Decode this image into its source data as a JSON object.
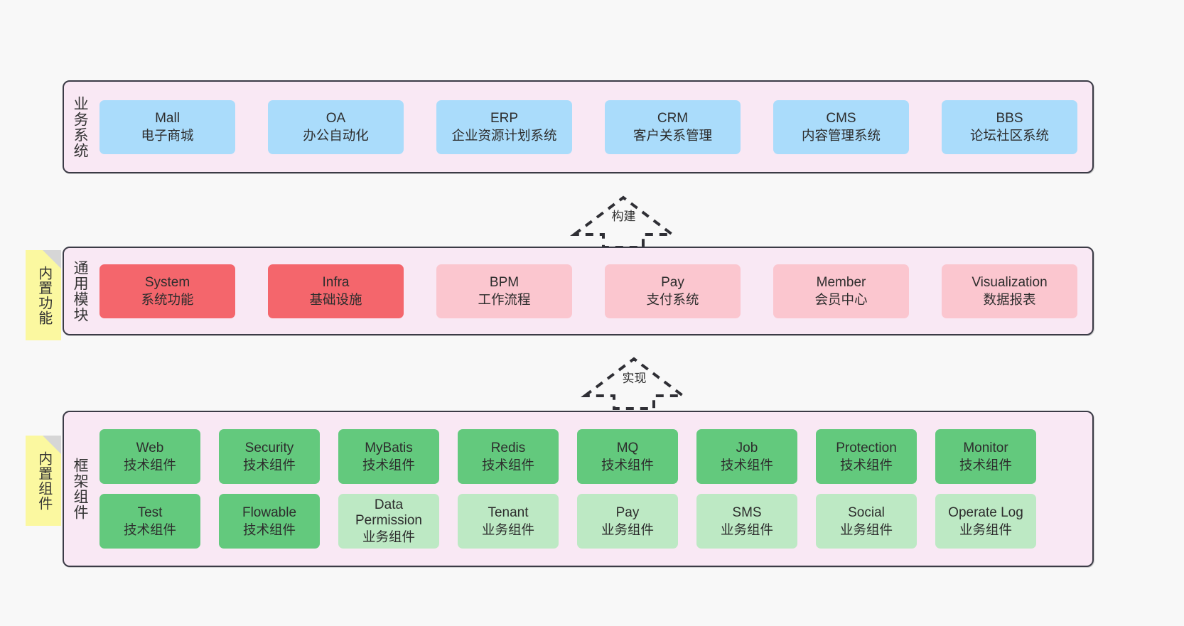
{
  "page": {
    "background_color": "#f8f8f8",
    "layer_bg_color": "#f9e8f4",
    "layer_border_color": "#3b3b46",
    "sticky_color": "#fbf8a0"
  },
  "layers": [
    {
      "id": "business-systems",
      "label": "业务系统",
      "card_color": "#aadcfb",
      "cards": [
        {
          "title": "Mall",
          "sub": "电子商城"
        },
        {
          "title": "OA",
          "sub": "办公自动化"
        },
        {
          "title": "ERP",
          "sub": "企业资源计划系统"
        },
        {
          "title": "CRM",
          "sub": "客户关系管理"
        },
        {
          "title": "CMS",
          "sub": "内容管理系统"
        },
        {
          "title": "BBS",
          "sub": "论坛社区系统"
        }
      ]
    },
    {
      "id": "common-modules",
      "label": "通用模块",
      "sticky": "内置功能",
      "cards": [
        {
          "title": "System",
          "sub": "系统功能",
          "color": "#f4666c"
        },
        {
          "title": "Infra",
          "sub": "基础设施",
          "color": "#f4666c"
        },
        {
          "title": "BPM",
          "sub": "工作流程",
          "color": "#fbc6cf"
        },
        {
          "title": "Pay",
          "sub": "支付系统",
          "color": "#fbc6cf"
        },
        {
          "title": "Member",
          "sub": "会员中心",
          "color": "#fbc6cf"
        },
        {
          "title": "Visualization",
          "sub": "数据报表",
          "color": "#fbc6cf"
        }
      ]
    },
    {
      "id": "framework-components",
      "label": "框架组件",
      "sticky": "内置组件",
      "row1": [
        {
          "title": "Web",
          "sub": "技术组件",
          "color": "#63c97d"
        },
        {
          "title": "Security",
          "sub": "技术组件",
          "color": "#63c97d"
        },
        {
          "title": "MyBatis",
          "sub": "技术组件",
          "color": "#63c97d"
        },
        {
          "title": "Redis",
          "sub": "技术组件",
          "color": "#63c97d"
        },
        {
          "title": "MQ",
          "sub": "技术组件",
          "color": "#63c97d"
        },
        {
          "title": "Job",
          "sub": "技术组件",
          "color": "#63c97d"
        },
        {
          "title": "Protection",
          "sub": "技术组件",
          "color": "#63c97d"
        },
        {
          "title": "Monitor",
          "sub": "技术组件",
          "color": "#63c97d"
        }
      ],
      "row2": [
        {
          "title": "Test",
          "sub": "技术组件",
          "color": "#63c97d"
        },
        {
          "title": "Flowable",
          "sub": "技术组件",
          "color": "#63c97d"
        },
        {
          "title": "Data Permission",
          "sub": "业务组件",
          "color": "#bde9c4"
        },
        {
          "title": "Tenant",
          "sub": "业务组件",
          "color": "#bde9c4"
        },
        {
          "title": "Pay",
          "sub": "业务组件",
          "color": "#bde9c4"
        },
        {
          "title": "SMS",
          "sub": "业务组件",
          "color": "#bde9c4"
        },
        {
          "title": "Social",
          "sub": "业务组件",
          "color": "#bde9c4"
        },
        {
          "title": "Operate Log",
          "sub": "业务组件",
          "color": "#bde9c4"
        }
      ]
    }
  ],
  "arrows": [
    {
      "id": "build-arrow",
      "label": "构建"
    },
    {
      "id": "implement-arrow",
      "label": "实现"
    }
  ]
}
